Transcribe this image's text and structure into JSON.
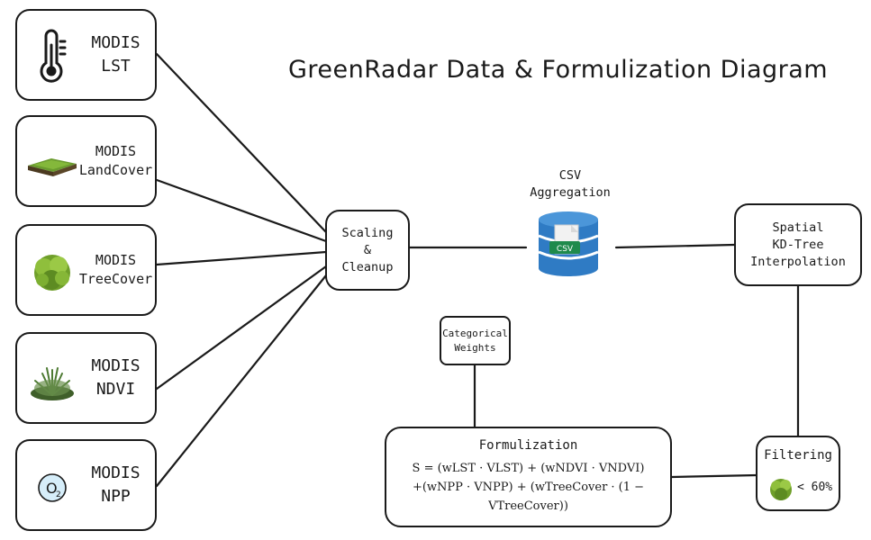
{
  "title": "GreenRadar Data & Formulization Diagram",
  "sources": [
    {
      "name": "modis-lst",
      "lines": [
        "MODIS",
        "LST"
      ],
      "icon": "thermometer-icon"
    },
    {
      "name": "modis-landcover",
      "lines": [
        "MODIS",
        "LandCover"
      ],
      "icon": "grass-patch-icon"
    },
    {
      "name": "modis-treecover",
      "lines": [
        "MODIS",
        "TreeCover"
      ],
      "icon": "tree-icon"
    },
    {
      "name": "modis-ndvi",
      "lines": [
        "MODIS",
        "NDVI"
      ],
      "icon": "shrub-icon"
    },
    {
      "name": "modis-npp",
      "lines": [
        "MODIS",
        "NPP"
      ],
      "icon": "oxygen-icon"
    }
  ],
  "oxygen_label": "O",
  "oxygen_sub": "2",
  "scaling": {
    "lines": [
      "Scaling",
      "&",
      "Cleanup"
    ]
  },
  "csv": {
    "lines": [
      "CSV",
      "Aggregation"
    ],
    "icon_label": "CSV"
  },
  "spatial": {
    "lines": [
      "Spatial",
      "KD-Tree",
      "Interpolation"
    ]
  },
  "weights": {
    "lines": [
      "Categorical",
      "Weights"
    ]
  },
  "formulization": {
    "title": "Formulization",
    "formula_lines": [
      "S = (wLST · VLST) + (wNDVI · VNDVI)",
      "+(wNPP · VNPP) + (wTreeCover · (1 − VTreeCover))"
    ]
  },
  "filtering": {
    "title": "Filtering",
    "threshold": "< 60%"
  },
  "colors": {
    "database": "#2f7bc4",
    "csv_badge": "#1f8a4c",
    "oxygen": "#d6eefa"
  }
}
